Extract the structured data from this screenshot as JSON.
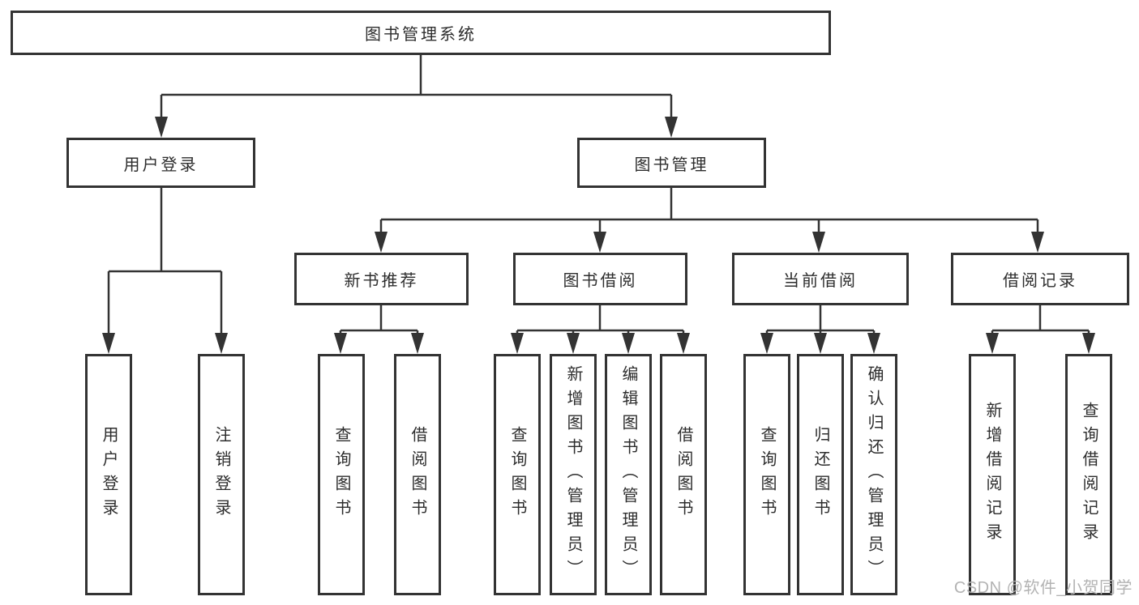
{
  "diagram_title": "图书管理系统",
  "watermark": "CSDN @软件_小贺同学",
  "colors": {
    "line": "#333333",
    "border": "#333333",
    "text": "#2d2d2d",
    "background": "#ffffff",
    "watermark": "#b3b3b3"
  },
  "tree": {
    "label": "图书管理系统",
    "children": [
      {
        "label": "用户登录",
        "children": [
          {
            "label": "用户登录"
          },
          {
            "label": "注销登录"
          }
        ]
      },
      {
        "label": "图书管理",
        "children": [
          {
            "label": "新书推荐",
            "children": [
              {
                "label": "查询图书"
              },
              {
                "label": "借阅图书"
              }
            ]
          },
          {
            "label": "图书借阅",
            "children": [
              {
                "label": "查询图书"
              },
              {
                "label": "新增图书（管理员）"
              },
              {
                "label": "编辑图书（管理员）"
              },
              {
                "label": "借阅图书"
              }
            ]
          },
          {
            "label": "当前借阅",
            "children": [
              {
                "label": "查询图书"
              },
              {
                "label": "归还图书"
              },
              {
                "label": "确认归还（管理员）"
              }
            ]
          },
          {
            "label": "借阅记录",
            "children": [
              {
                "label": "新增借阅记录"
              },
              {
                "label": "查询借阅记录"
              }
            ]
          }
        ]
      }
    ]
  }
}
